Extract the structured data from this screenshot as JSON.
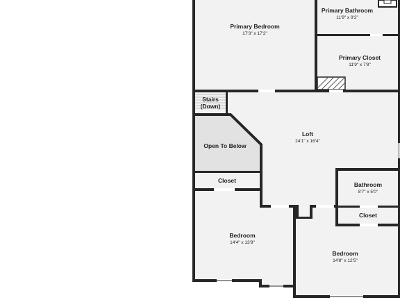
{
  "colors": {
    "background": "#ffffff",
    "floor": "#f2f2f2",
    "shaded_area": "#e2e2e2",
    "wall": "#262626",
    "text": "#222222"
  },
  "rooms": {
    "primary_bedroom": {
      "name": "Primary Bedroom",
      "dims": "17'3\" x 17'2\""
    },
    "primary_bathroom": {
      "name": "Primary Bathroom",
      "dims": "11'9\" x 9'2\""
    },
    "primary_closet": {
      "name": "Primary Closet",
      "dims": "11'9\" x 7'8\""
    },
    "stairs": {
      "line1": "Stairs",
      "line2": "(Down)"
    },
    "open_to_below": {
      "name": "Open To Below"
    },
    "loft": {
      "name": "Loft",
      "dims": "24'1\" x 16'4\""
    },
    "closet_left": {
      "name": "Closet"
    },
    "bathroom": {
      "name": "Bathroom",
      "dims": "8'7\" x 5'0\""
    },
    "closet_right": {
      "name": "Closet"
    },
    "bedroom_left": {
      "name": "Bedroom",
      "dims": "14'4\" x 13'8\""
    },
    "bedroom_right": {
      "name": "Bedroom",
      "dims": "14'8\" x 12'5\""
    }
  }
}
